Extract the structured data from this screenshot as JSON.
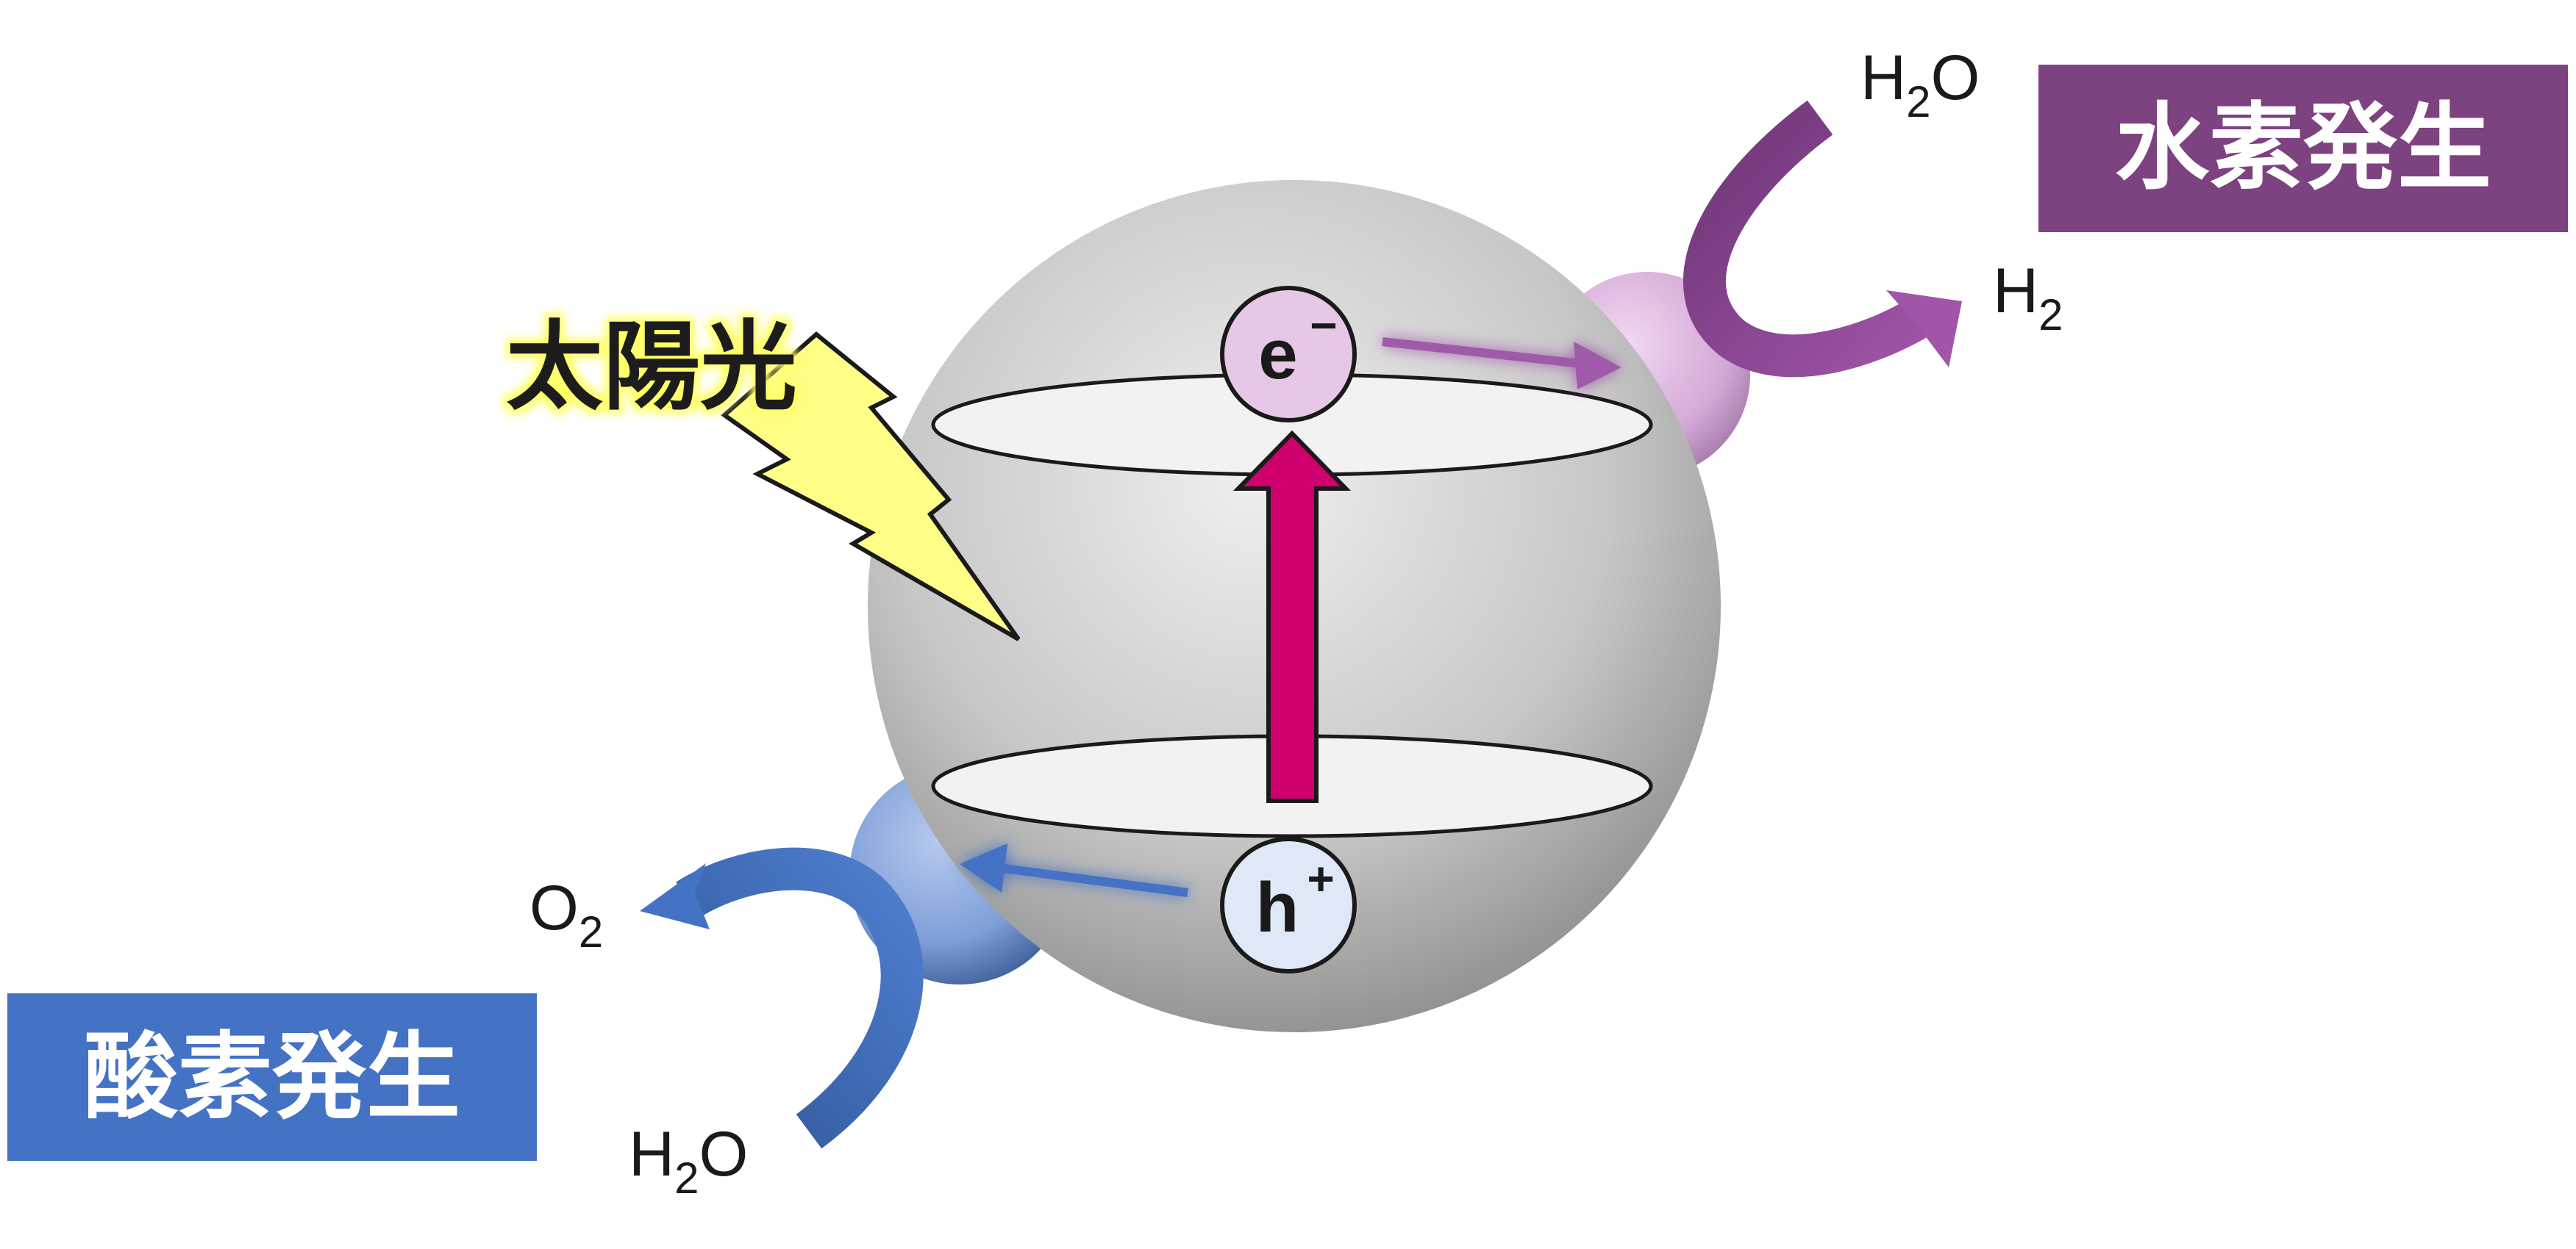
{
  "labels": {
    "sunlight": "太陽光",
    "hydrogen_evolution": "水素発生",
    "oxygen_evolution": "酸素発生"
  },
  "species": {
    "electron": {
      "symbol": "e",
      "charge": "−"
    },
    "hole": {
      "symbol": "h",
      "charge": "+"
    },
    "water_top": {
      "base": "H",
      "sub": "2",
      "rest": "O"
    },
    "hydrogen": {
      "base": "H",
      "sub": "2"
    },
    "water_bottom": {
      "base": "H",
      "sub": "2",
      "rest": "O"
    },
    "oxygen": {
      "base": "O",
      "sub": "2"
    }
  },
  "colors": {
    "hydrogen_box": "#7d4280",
    "oxygen_box": "#4472c4",
    "excitation_arrow": "#d0006f",
    "sunlight_bolt": "#ffff88",
    "electron_fill": "#e6c8e6",
    "hole_fill": "#dfe8f7",
    "cocatalyst_h": "#cfa0d4",
    "cocatalyst_o": "#7f9fd8"
  }
}
